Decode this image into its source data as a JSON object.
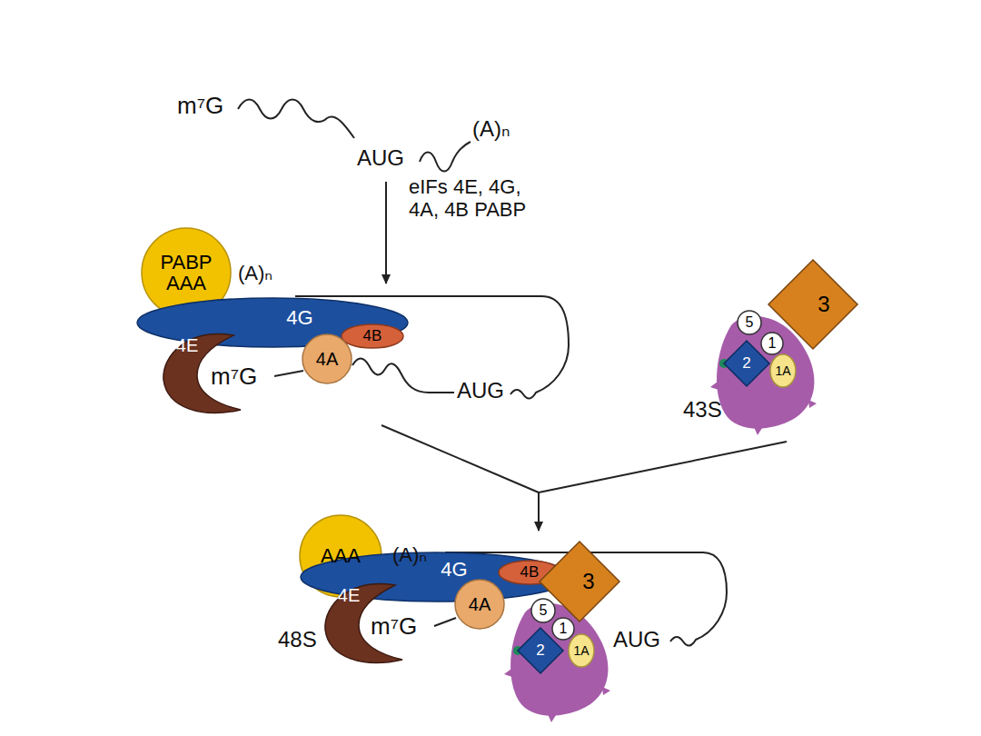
{
  "diagram": {
    "nodes": [
      {
        "text": [
          "PABP",
          "AAA"
        ]
      },
      {
        "text": [
          "4G"
        ]
      },
      {
        "text": [
          "4B"
        ]
      },
      {
        "text": [
          "4E"
        ]
      },
      {
        "text": [
          "4A"
        ]
      },
      {
        "text": [
          "3"
        ]
      },
      {
        "text": [
          "5"
        ]
      },
      {
        "text": [
          "1"
        ]
      },
      {
        "text": [
          "2"
        ]
      },
      {
        "text": [
          "1A"
        ]
      },
      {
        "text": [
          "AAA"
        ]
      },
      {
        "text": [
          "4G"
        ]
      },
      {
        "text": [
          "4B"
        ]
      },
      {
        "text": [
          "3"
        ]
      },
      {
        "text": [
          "4E"
        ]
      },
      {
        "text": [
          "4A"
        ]
      },
      {
        "text": [
          "5"
        ]
      },
      {
        "text": [
          "1"
        ]
      },
      {
        "text": [
          "2"
        ]
      },
      {
        "text": [
          "1A"
        ]
      }
    ],
    "labels": [
      "m⁷G",
      "AUG",
      "(A)ₙ",
      "eIFs 4E, 4G, 4A, 4B PABP",
      "(A)ₙ",
      "m⁷G",
      "AUG",
      "43S",
      "(A)ₙ",
      "m⁷G",
      "AUG",
      "48S"
    ]
  }
}
